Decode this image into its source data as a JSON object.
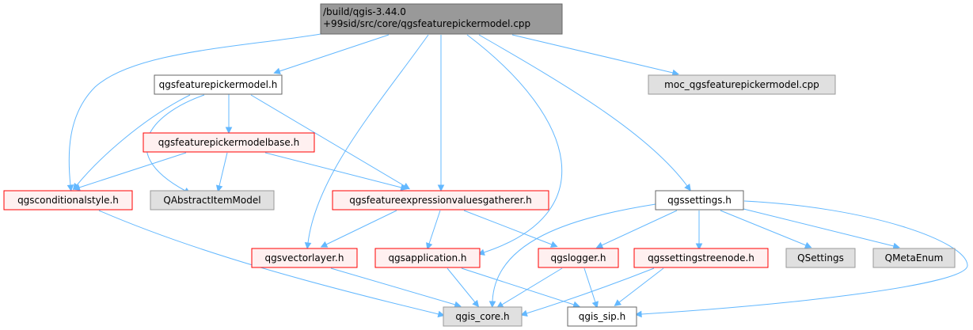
{
  "diagram": {
    "type": "include-dependency-graph",
    "nodes": [
      {
        "id": "root",
        "lines": [
          "/build/qgis-3.44.0",
          "+99sid/src/core/qgsfeaturepickermodel.cpp"
        ],
        "style": "root"
      },
      {
        "id": "featurepickermodel_h",
        "lines": [
          "qgsfeaturepickermodel.h"
        ],
        "style": "normal"
      },
      {
        "id": "moc_cpp",
        "lines": [
          "moc_qgsfeaturepickermodel.cpp"
        ],
        "style": "external"
      },
      {
        "id": "featurepickermodelbase_h",
        "lines": [
          "qgsfeaturepickermodelbase.h"
        ],
        "style": "truncated"
      },
      {
        "id": "conditionalstyle_h",
        "lines": [
          "qgsconditionalstyle.h"
        ],
        "style": "truncated"
      },
      {
        "id": "qabstractitemmodel",
        "lines": [
          "QAbstractItemModel"
        ],
        "style": "external"
      },
      {
        "id": "featureexpressionvaluesgatherer_h",
        "lines": [
          "qgsfeatureexpressionvaluesgatherer.h"
        ],
        "style": "truncated"
      },
      {
        "id": "settings_h",
        "lines": [
          "qgssettings.h"
        ],
        "style": "normal"
      },
      {
        "id": "vectorlayer_h",
        "lines": [
          "qgsvectorlayer.h"
        ],
        "style": "truncated"
      },
      {
        "id": "application_h",
        "lines": [
          "qgsapplication.h"
        ],
        "style": "truncated"
      },
      {
        "id": "logger_h",
        "lines": [
          "qgslogger.h"
        ],
        "style": "truncated"
      },
      {
        "id": "settingstreenode_h",
        "lines": [
          "qgssettingstreenode.h"
        ],
        "style": "truncated"
      },
      {
        "id": "qsettings",
        "lines": [
          "QSettings"
        ],
        "style": "external"
      },
      {
        "id": "qmetaenum",
        "lines": [
          "QMetaEnum"
        ],
        "style": "external"
      },
      {
        "id": "core_h",
        "lines": [
          "qgis_core.h"
        ],
        "style": "external"
      },
      {
        "id": "sip_h",
        "lines": [
          "qgis_sip.h"
        ],
        "style": "normal"
      }
    ],
    "edges": [
      {
        "from": "root",
        "to": "featurepickermodel_h"
      },
      {
        "from": "root",
        "to": "conditionalstyle_h"
      },
      {
        "from": "root",
        "to": "featureexpressionvaluesgatherer_h"
      },
      {
        "from": "root",
        "to": "vectorlayer_h"
      },
      {
        "from": "root",
        "to": "application_h"
      },
      {
        "from": "root",
        "to": "settings_h"
      },
      {
        "from": "root",
        "to": "moc_cpp"
      },
      {
        "from": "featurepickermodel_h",
        "to": "featurepickermodelbase_h"
      },
      {
        "from": "featurepickermodel_h",
        "to": "conditionalstyle_h"
      },
      {
        "from": "featurepickermodel_h",
        "to": "qabstractitemmodel"
      },
      {
        "from": "featurepickermodel_h",
        "to": "featureexpressionvaluesgatherer_h"
      },
      {
        "from": "featurepickermodelbase_h",
        "to": "conditionalstyle_h"
      },
      {
        "from": "featurepickermodelbase_h",
        "to": "qabstractitemmodel"
      },
      {
        "from": "featurepickermodelbase_h",
        "to": "featureexpressionvaluesgatherer_h"
      },
      {
        "from": "conditionalstyle_h",
        "to": "core_h"
      },
      {
        "from": "featureexpressionvaluesgatherer_h",
        "to": "vectorlayer_h"
      },
      {
        "from": "featureexpressionvaluesgatherer_h",
        "to": "application_h"
      },
      {
        "from": "featureexpressionvaluesgatherer_h",
        "to": "logger_h"
      },
      {
        "from": "vectorlayer_h",
        "to": "core_h"
      },
      {
        "from": "application_h",
        "to": "core_h"
      },
      {
        "from": "application_h",
        "to": "sip_h"
      },
      {
        "from": "logger_h",
        "to": "core_h"
      },
      {
        "from": "logger_h",
        "to": "sip_h"
      },
      {
        "from": "settings_h",
        "to": "logger_h"
      },
      {
        "from": "settings_h",
        "to": "settingstreenode_h"
      },
      {
        "from": "settings_h",
        "to": "qsettings"
      },
      {
        "from": "settings_h",
        "to": "qmetaenum"
      },
      {
        "from": "settings_h",
        "to": "core_h"
      },
      {
        "from": "settings_h",
        "to": "sip_h"
      },
      {
        "from": "settingstreenode_h",
        "to": "core_h"
      },
      {
        "from": "settingstreenode_h",
        "to": "sip_h"
      }
    ]
  },
  "colors": {
    "edge": "#63b8ff",
    "root_fill": "#999999",
    "root_border": "#666666",
    "normal_fill": "#ffffff",
    "normal_border": "#666666",
    "truncated_fill": "#fff0f0",
    "truncated_border": "#ff0000",
    "external_fill": "#e0e0e0",
    "external_border": "#999999"
  }
}
